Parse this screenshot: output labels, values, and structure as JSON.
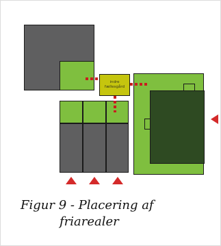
{
  "diagram": {
    "center_label_lines": [
      "indre",
      "fællesgård"
    ],
    "colors": {
      "building": "#5f5f60",
      "outdoor_area": "#7fbf3f",
      "dark_outdoor_area": "#2e4a22",
      "courtyard": "#c5c50e",
      "access_marker": "#c81e1e",
      "arrow": "#d42a2a"
    }
  },
  "caption": {
    "line1": "Figur 9 -  Placering af",
    "line2": "friarealer"
  }
}
